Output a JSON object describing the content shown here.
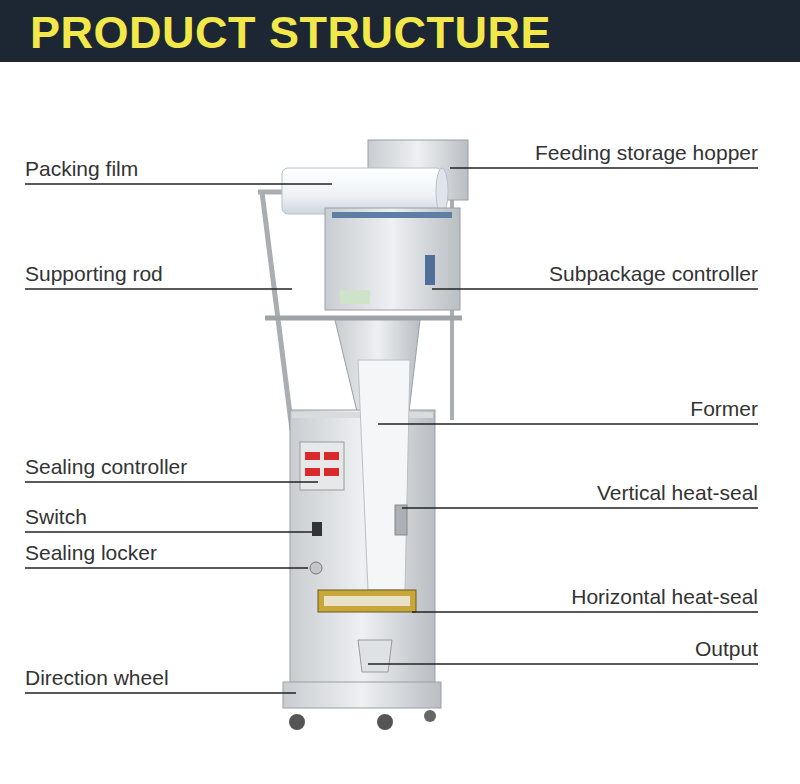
{
  "diagram": {
    "title": "PRODUCT STRUCTURE",
    "labels": [
      "Packing film",
      "Feeding storage hopper",
      "Supporting rod",
      "Subpackage controller",
      "Former",
      "Sealing controller",
      "Vertical heat-seal",
      "Switch",
      "Sealing locker",
      "Horizontal heat-seal",
      "Output",
      "Direction wheel"
    ]
  }
}
